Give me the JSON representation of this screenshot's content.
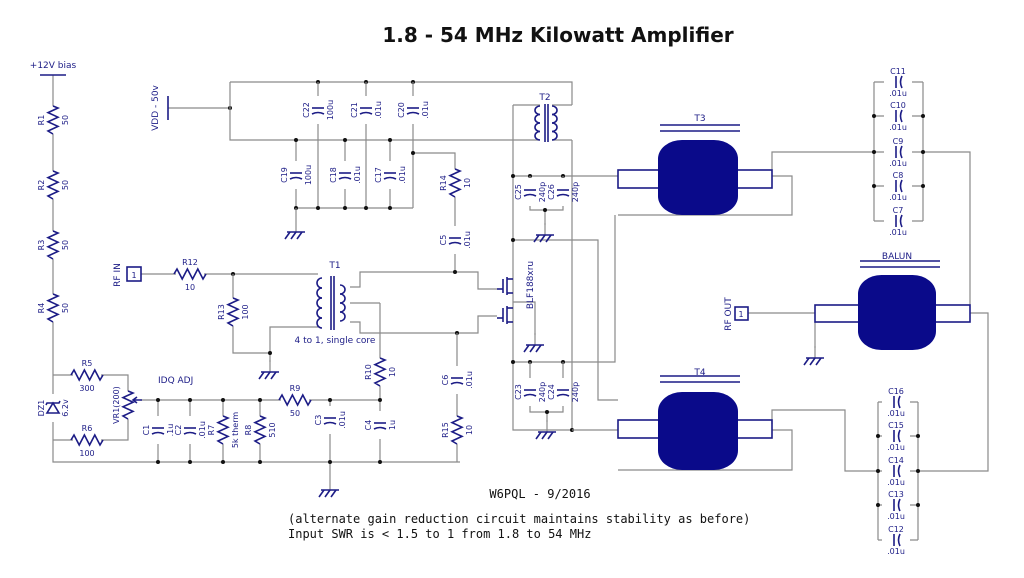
{
  "title": "1.8 - 54 MHz Kilowatt Amplifier",
  "labels": {
    "bias": "+12V bias",
    "vdd": "VDD - 50v",
    "rf_in": "RF IN",
    "rf_out": "RF OUT",
    "pin_one": "1",
    "idq_adj": "IDQ ADJ",
    "t1": "T1",
    "t1_note": "4 to 1, single core",
    "t2": "T2",
    "t3": "T3",
    "t4": "T4",
    "balun": "BALUN",
    "transistor": "BLF188xru"
  },
  "footer": {
    "credit": "W6PQL - 9/2016",
    "line1": "(alternate gain reduction circuit maintains stability as before)",
    "line2": "Input SWR is < 1.5 to 1 from 1.8 to 54 MHz"
  },
  "colors": {
    "ink": "#1c1c86",
    "toroid": "#0a0a8a",
    "wire": "#8a8a8a"
  },
  "components": [
    {
      "ref": "R1",
      "value": "50"
    },
    {
      "ref": "R2",
      "value": "50"
    },
    {
      "ref": "R3",
      "value": "50"
    },
    {
      "ref": "R4",
      "value": "50"
    },
    {
      "ref": "R5",
      "value": "300"
    },
    {
      "ref": "R6",
      "value": "100"
    },
    {
      "ref": "VR1(200)",
      "value": ""
    },
    {
      "ref": "DZ1",
      "value": "6.2v"
    },
    {
      "ref": "C1",
      "value": ".1u"
    },
    {
      "ref": "C2",
      "value": ".01u"
    },
    {
      "ref": "R7",
      "value": "5k therm"
    },
    {
      "ref": "R8",
      "value": "510"
    },
    {
      "ref": "R9",
      "value": "50"
    },
    {
      "ref": "C3",
      "value": ".01u"
    },
    {
      "ref": "C4",
      "value": "1u"
    },
    {
      "ref": "R10",
      "value": "10"
    },
    {
      "ref": "R12",
      "value": "10"
    },
    {
      "ref": "R13",
      "value": "100"
    },
    {
      "ref": "C22",
      "value": "100u"
    },
    {
      "ref": "C21",
      "value": ".01u"
    },
    {
      "ref": "C20",
      "value": ".01u"
    },
    {
      "ref": "C19",
      "value": "100u"
    },
    {
      "ref": "C18",
      "value": ".01u"
    },
    {
      "ref": "C17",
      "value": ".01u"
    },
    {
      "ref": "R14",
      "value": "10"
    },
    {
      "ref": "C5",
      "value": ".01u"
    },
    {
      "ref": "C6",
      "value": ".01u"
    },
    {
      "ref": "R15",
      "value": "10"
    },
    {
      "ref": "C25",
      "value": "240p"
    },
    {
      "ref": "C26",
      "value": "240p"
    },
    {
      "ref": "C23",
      "value": "240p"
    },
    {
      "ref": "C24",
      "value": "240p"
    },
    {
      "ref": "C11",
      "value": ".01u"
    },
    {
      "ref": "C10",
      "value": ".01u"
    },
    {
      "ref": "C9",
      "value": ".01u"
    },
    {
      "ref": "C8",
      "value": ".01u"
    },
    {
      "ref": "C7",
      "value": ".01u"
    },
    {
      "ref": "C16",
      "value": ".01u"
    },
    {
      "ref": "C15",
      "value": ".01u"
    },
    {
      "ref": "C14",
      "value": ".01u"
    },
    {
      "ref": "C13",
      "value": ".01u"
    },
    {
      "ref": "C12",
      "value": ".01u"
    }
  ]
}
